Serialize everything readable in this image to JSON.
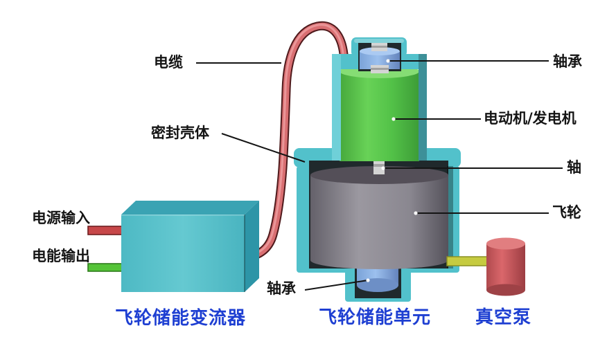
{
  "colors": {
    "background": "#ffffff",
    "cable_red": "#d96f72",
    "cable_outline": "#4f1a1c",
    "cable_highlight": "#efa3a5",
    "box_front": "#5ec6cf",
    "box_top": "#3aa3b3",
    "box_right": "#2d95a7",
    "input_red": "#c74749",
    "input_red_dark": "#6e1f21",
    "output_green": "#55c438",
    "output_green_dark": "#2f7c1c",
    "housing_teal": "#52c1cb",
    "housing_teal_light": "#6fd0d8",
    "interior_dark": "#20292c",
    "motor_green_light": "#86dd74",
    "flywheel_top": "#544f58",
    "bearing_blue_light": "#abcaf2",
    "bearing_blue_deep": "#6d8fc6",
    "shaft_silver": "#d4d4d4",
    "shaft_dark": "#8f8f8f",
    "pipe_yellow": "#c6cb40",
    "pipe_outline": "#8a8f23",
    "pump_top": "#e17e80",
    "pump_bottom": "#9e4246",
    "leader": "#141414",
    "label_text": "#141414",
    "caption_blue": "#1e3fd2"
  },
  "labels": {
    "cable": "电缆",
    "sealed_housing": "密封壳体",
    "power_input": "电源输入",
    "power_output": "电能输出",
    "bearing_top": "轴承",
    "motor_generator": "电动机/发电机",
    "shaft": "轴",
    "flywheel": "飞轮",
    "bearing_bottom": "轴承"
  },
  "captions": {
    "converter": "飞轮储能变流器",
    "storage_unit": "飞轮储能单元",
    "vacuum_pump": "真空泵"
  }
}
